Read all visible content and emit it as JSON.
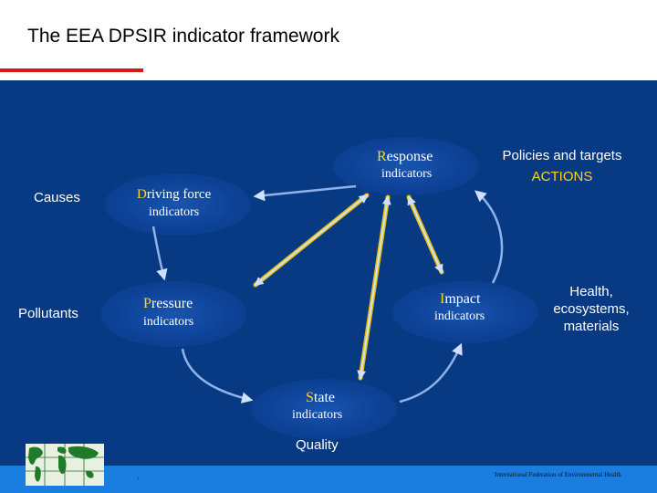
{
  "header": {
    "title": "The EEA DPSIR indicator framework"
  },
  "nodes": {
    "response": {
      "cap": "R",
      "rest": "esponse",
      "sub": "indicators"
    },
    "driving": {
      "cap": "D",
      "rest": "riving force",
      "sub": "indicators"
    },
    "pressure": {
      "cap": "P",
      "rest": "ressure",
      "sub": "indicators"
    },
    "impact": {
      "cap": "I",
      "rest": "mpact",
      "sub": "indicators"
    },
    "state": {
      "cap": "S",
      "rest": "tate",
      "sub": "indicators"
    }
  },
  "labels": {
    "causes": "Causes",
    "pollutants": "Pollutants",
    "policies": "Policies and targets",
    "actions": "ACTIONS",
    "health_1": "Health,",
    "health_2": "ecosystems,",
    "health_3": "materials",
    "quality": "Quality"
  },
  "footer": {
    "org": "International Federation of Environmental Health",
    "tiny_1": "1",
    "tiny_2": "",
    "tiny_3": ""
  },
  "colors": {
    "background": "#083a84",
    "accent_gold": "#ffd21f",
    "title_bar_red": "#d81818",
    "footer_blue": "#1a7ee0",
    "arrow_light": "#cfe1ff",
    "arrow_yellow": "#e8c000"
  },
  "icons": {
    "logo": "world-map-logo-icon"
  }
}
